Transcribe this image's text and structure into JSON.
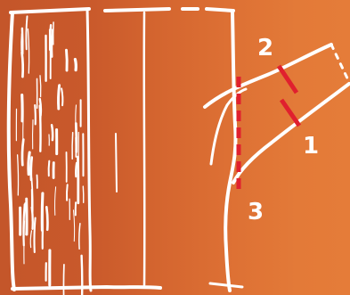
{
  "labels": {
    "one": "1",
    "two": "2",
    "three": "3"
  },
  "colors": {
    "background": "#d4652f",
    "chalk": "#ffffff",
    "cut_marks": "#e0202e"
  }
}
